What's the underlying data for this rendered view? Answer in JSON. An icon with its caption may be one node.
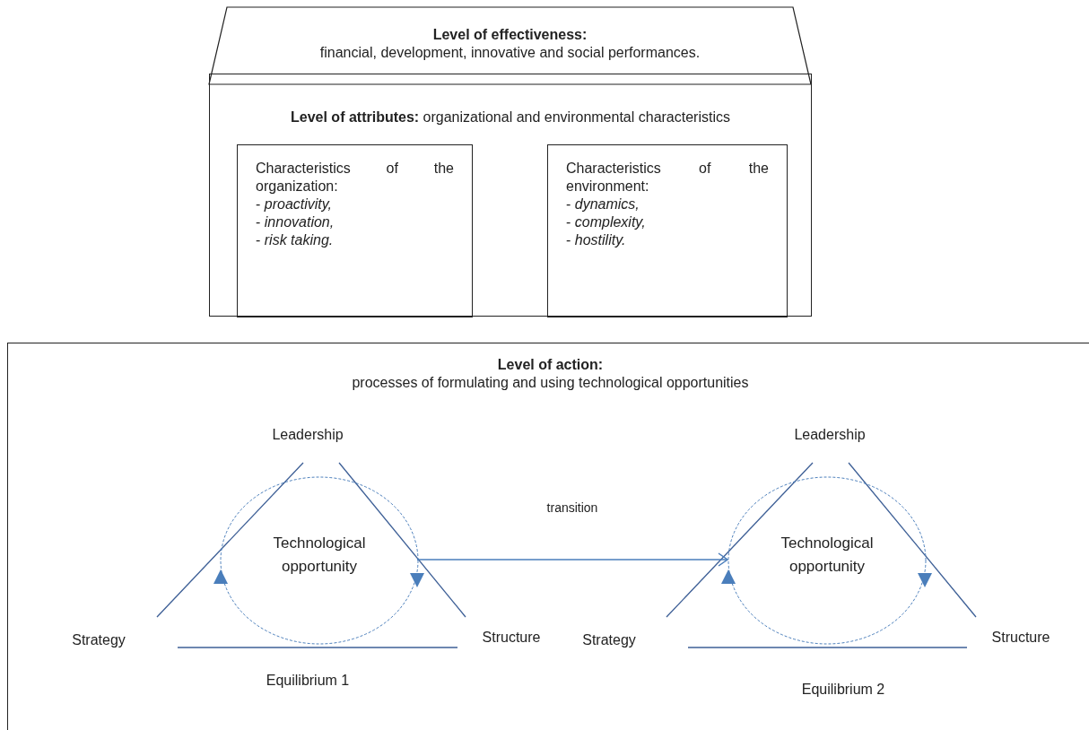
{
  "diagram": {
    "nodes": [
      {
        "text": [
          "Level of effectiveness:",
          "financial, development, innovative and social performances."
        ]
      },
      {
        "text": [
          "**Level of attributes:** organizational and environmental characteristics"
        ]
      },
      {
        "text": [
          "Characteristics of the organization:",
          "- *proactivity,*",
          "- *innovation,*",
          "- *risk taking.*"
        ],
        "in": 1
      },
      {
        "text": [
          "Characteristics of the environment:",
          "- *dynamics,*",
          "- *complexity,*",
          "- *hostility.*"
        ],
        "in": 1
      },
      {
        "text": [
          "Level of action:",
          "processes of formulating and using technological opportunities"
        ]
      },
      {
        "text": [
          "Technological opportunity"
        ],
        "in": 4
      },
      {
        "text": [
          "Technological opportunity"
        ],
        "in": 4
      }
    ],
    "edges": [
      {
        "from": 5,
        "to": 6,
        "arrow": "to",
        "label": "transition"
      }
    ],
    "labels": [
      "Leadership",
      "Strategy",
      "Structure",
      "Equilibrium 1",
      "Leadership",
      "Strategy",
      "Structure",
      "Equilibrium 2"
    ]
  }
}
